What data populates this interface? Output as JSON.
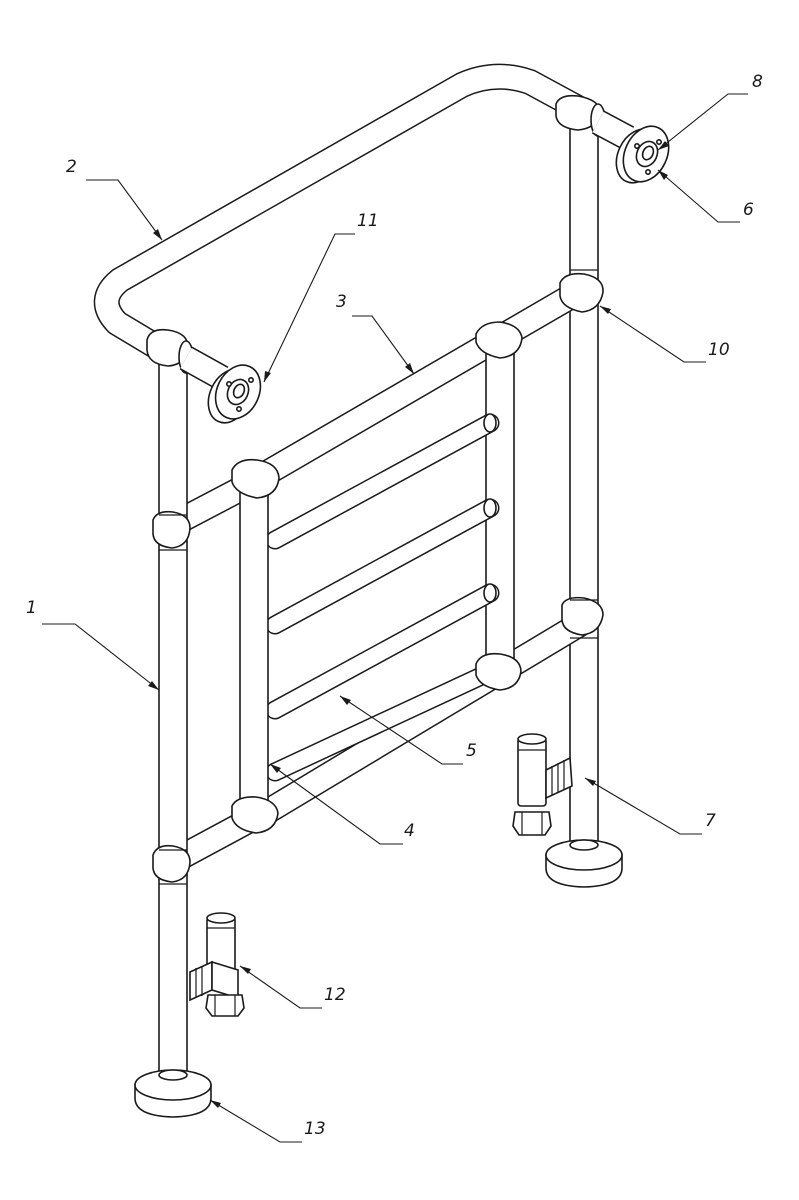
{
  "callouts": [
    {
      "id": "c1",
      "number": "1"
    },
    {
      "id": "c2",
      "number": "2"
    },
    {
      "id": "c3",
      "number": "3"
    },
    {
      "id": "c4",
      "number": "4"
    },
    {
      "id": "c5",
      "number": "5"
    },
    {
      "id": "c6",
      "number": "6"
    },
    {
      "id": "c7",
      "number": "7"
    },
    {
      "id": "c8",
      "number": "8"
    },
    {
      "id": "c10",
      "number": "10"
    },
    {
      "id": "c11",
      "number": "11"
    },
    {
      "id": "c12",
      "number": "12"
    },
    {
      "id": "c13",
      "number": "13"
    }
  ],
  "colors": {
    "line": "#1a1a1a",
    "background": "#ffffff"
  },
  "icons": {
    "valve": "radiator-valve-icon",
    "wall_bracket": "wall-bracket-icon",
    "floor_foot": "floor-foot-icon"
  }
}
